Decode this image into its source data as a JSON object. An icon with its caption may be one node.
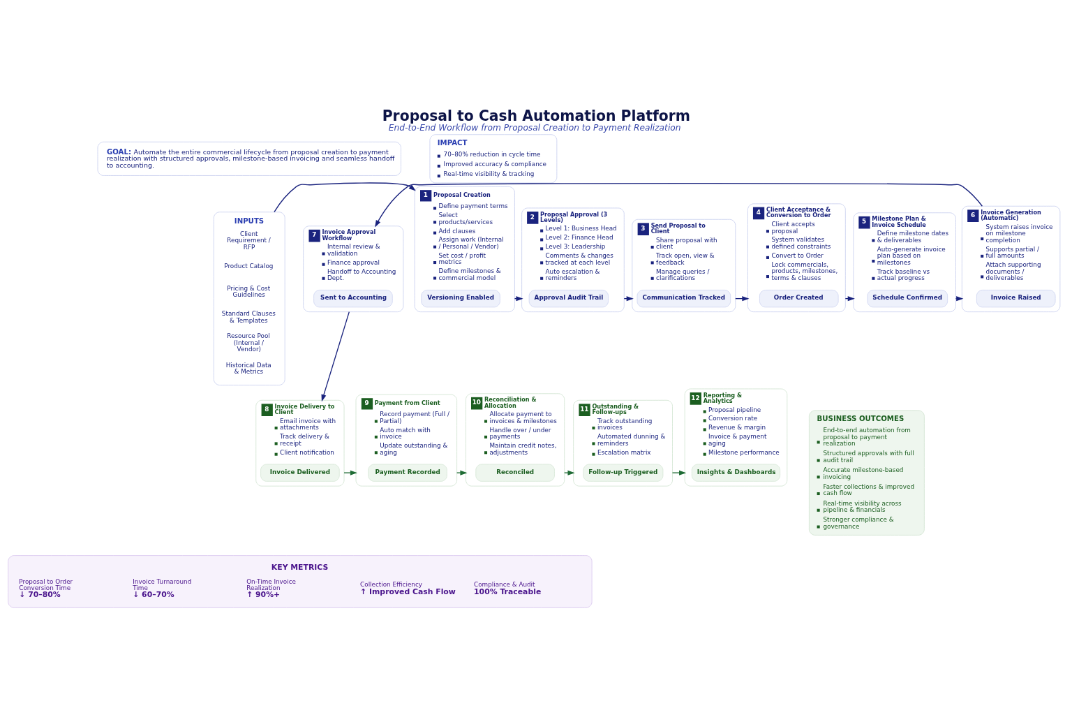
{
  "diagram": {
    "title": "Proposal to Cash Automation Platform",
    "caption": "End-to-End Workflow from Proposal Creation to Payment Realization",
    "nodes": [
      {
        "text": [
          "GOAL:",
          "Automate the entire commercial lifecycle from proposal creation to payment realization with structured approvals, milestone-based invoicing and seamless handoff to accounting."
        ]
      },
      {
        "text": [
          "IMPACT",
          "70–80% reduction in cycle time",
          "Improved accuracy & compliance",
          "Real-time visibility & tracking"
        ]
      },
      {
        "text": [
          "INPUTS",
          "Client Requirement / RFP",
          "Product Catalog",
          "Pricing & Cost Guidelines",
          "Standard Clauses & Templates",
          "Resource Pool (Internal / Vendor)",
          "Historical Data & Metrics"
        ]
      },
      {
        "text": [
          "1",
          "Proposal Creation",
          "Define payment terms",
          "Select products/services",
          "Add clauses",
          "Assign work (Internal / Personal / Vendor)",
          "Set cost / profit metrics",
          "Define milestones & commercial model"
        ]
      },
      {
        "text": [
          "Versioning Enabled"
        ],
        "in": 3
      },
      {
        "text": [
          "2",
          "Proposal Approval (3 Levels)",
          "Level 1: Business Head",
          "Level 2: Finance Head",
          "Level 3: Leadership",
          "Comments & changes tracked at each level",
          "Auto escalation & reminders"
        ]
      },
      {
        "text": [
          "Approval Audit Trail"
        ],
        "in": 5
      },
      {
        "text": [
          "3",
          "Send Proposal to Client",
          "Share proposal with client",
          "Track open, view & feedback",
          "Manage queries / clarifications"
        ]
      },
      {
        "text": [
          "Communication Tracked"
        ],
        "in": 7
      },
      {
        "text": [
          "4",
          "Client Acceptance & Conversion to Order",
          "Client accepts proposal",
          "System validates defined constraints",
          "Convert to Order",
          "Lock commercials, products, milestones, terms & clauses"
        ]
      },
      {
        "text": [
          "Order Created"
        ],
        "in": 9
      },
      {
        "text": [
          "5",
          "Milestone Plan & Invoice Schedule",
          "Define milestone dates & deliverables",
          "Auto-generate invoice plan based on milestones",
          "Track baseline vs actual progress"
        ]
      },
      {
        "text": [
          "Schedule Confirmed"
        ],
        "in": 11
      },
      {
        "text": [
          "6",
          "Invoice Generation (Automatic)",
          "System raises invoice on milestone completion",
          "Supports partial / full amounts",
          "Attach supporting documents / deliverables"
        ]
      },
      {
        "text": [
          "Invoice Raised"
        ],
        "in": 13
      },
      {
        "text": [
          "7",
          "Invoice Approval Workflow",
          "Internal review & validation",
          "Finance approval",
          "Handoff to Accounting Dept."
        ]
      },
      {
        "text": [
          "Sent to Accounting"
        ],
        "in": 15
      },
      {
        "text": [
          "8",
          "Invoice Delivery to Client",
          "Email invoice with attachments",
          "Track delivery & receipt",
          "Client notification"
        ]
      },
      {
        "text": [
          "Invoice Delivered"
        ],
        "in": 17
      },
      {
        "text": [
          "9",
          "Payment from Client",
          "Record payment (Full / Partial)",
          "Auto match with invoice",
          "Update outstanding & aging"
        ]
      },
      {
        "text": [
          "Payment Recorded"
        ],
        "in": 19
      },
      {
        "text": [
          "10",
          "Reconciliation & Allocation",
          "Allocate payment to invoices & milestones",
          "Handle over / under payments",
          "Maintain credit notes, adjustments"
        ]
      },
      {
        "text": [
          "Reconciled"
        ],
        "in": 21
      },
      {
        "text": [
          "11",
          "Outstanding & Follow-ups",
          "Track outstanding invoices",
          "Automated dunning & reminders",
          "Escalation matrix"
        ]
      },
      {
        "text": [
          "Follow-up Triggered"
        ],
        "in": 23
      },
      {
        "text": [
          "12",
          "Reporting & Analytics",
          "Proposal pipeline",
          "Conversion rate",
          "Revenue & margin",
          "Invoice & payment aging",
          "Milestone performance"
        ]
      },
      {
        "text": [
          "Insights & Dashboards"
        ],
        "in": 25
      },
      {
        "text": [
          "BUSINESS OUTCOMES",
          "End-to-end automation from proposal to payment realization",
          "Structured approvals with full audit trail",
          "Accurate milestone-based invoicing",
          "Faster collections & improved cash flow",
          "Real-time visibility across pipeline & financials",
          "Stronger compliance & governance"
        ]
      },
      {
        "text": [
          "KEY METRICS",
          "Proposal to Order Conversion Time",
          "↓ 70–80%",
          "Invoice Turnaround Time",
          "↓ 60–70%",
          "On-Time Invoice Realization",
          "↑ 90%+",
          "Collection Efficiency",
          "↑ Improved Cash Flow",
          "Compliance & Audit",
          "100% Traceable"
        ]
      }
    ],
    "edges": [
      {
        "from": 2,
        "to": 3,
        "arrow": "to"
      },
      {
        "from": 3,
        "to": 5,
        "arrow": "to"
      },
      {
        "from": 5,
        "to": 7,
        "arrow": "to"
      },
      {
        "from": 7,
        "to": 9,
        "arrow": "to"
      },
      {
        "from": 9,
        "to": 11,
        "arrow": "to"
      },
      {
        "from": 11,
        "to": 13,
        "arrow": "to"
      },
      {
        "from": 13,
        "to": 15,
        "arrow": "to"
      },
      {
        "from": 15,
        "to": 17,
        "arrow": "to"
      },
      {
        "from": 17,
        "to": 19,
        "arrow": "to",
        "color": "#1e6b34"
      },
      {
        "from": 19,
        "to": 21,
        "arrow": "to",
        "color": "#1e6b34"
      },
      {
        "from": 21,
        "to": 23,
        "arrow": "to",
        "color": "#1e6b34"
      },
      {
        "from": 23,
        "to": 25,
        "arrow": "to",
        "color": "#1e6b34"
      }
    ]
  }
}
